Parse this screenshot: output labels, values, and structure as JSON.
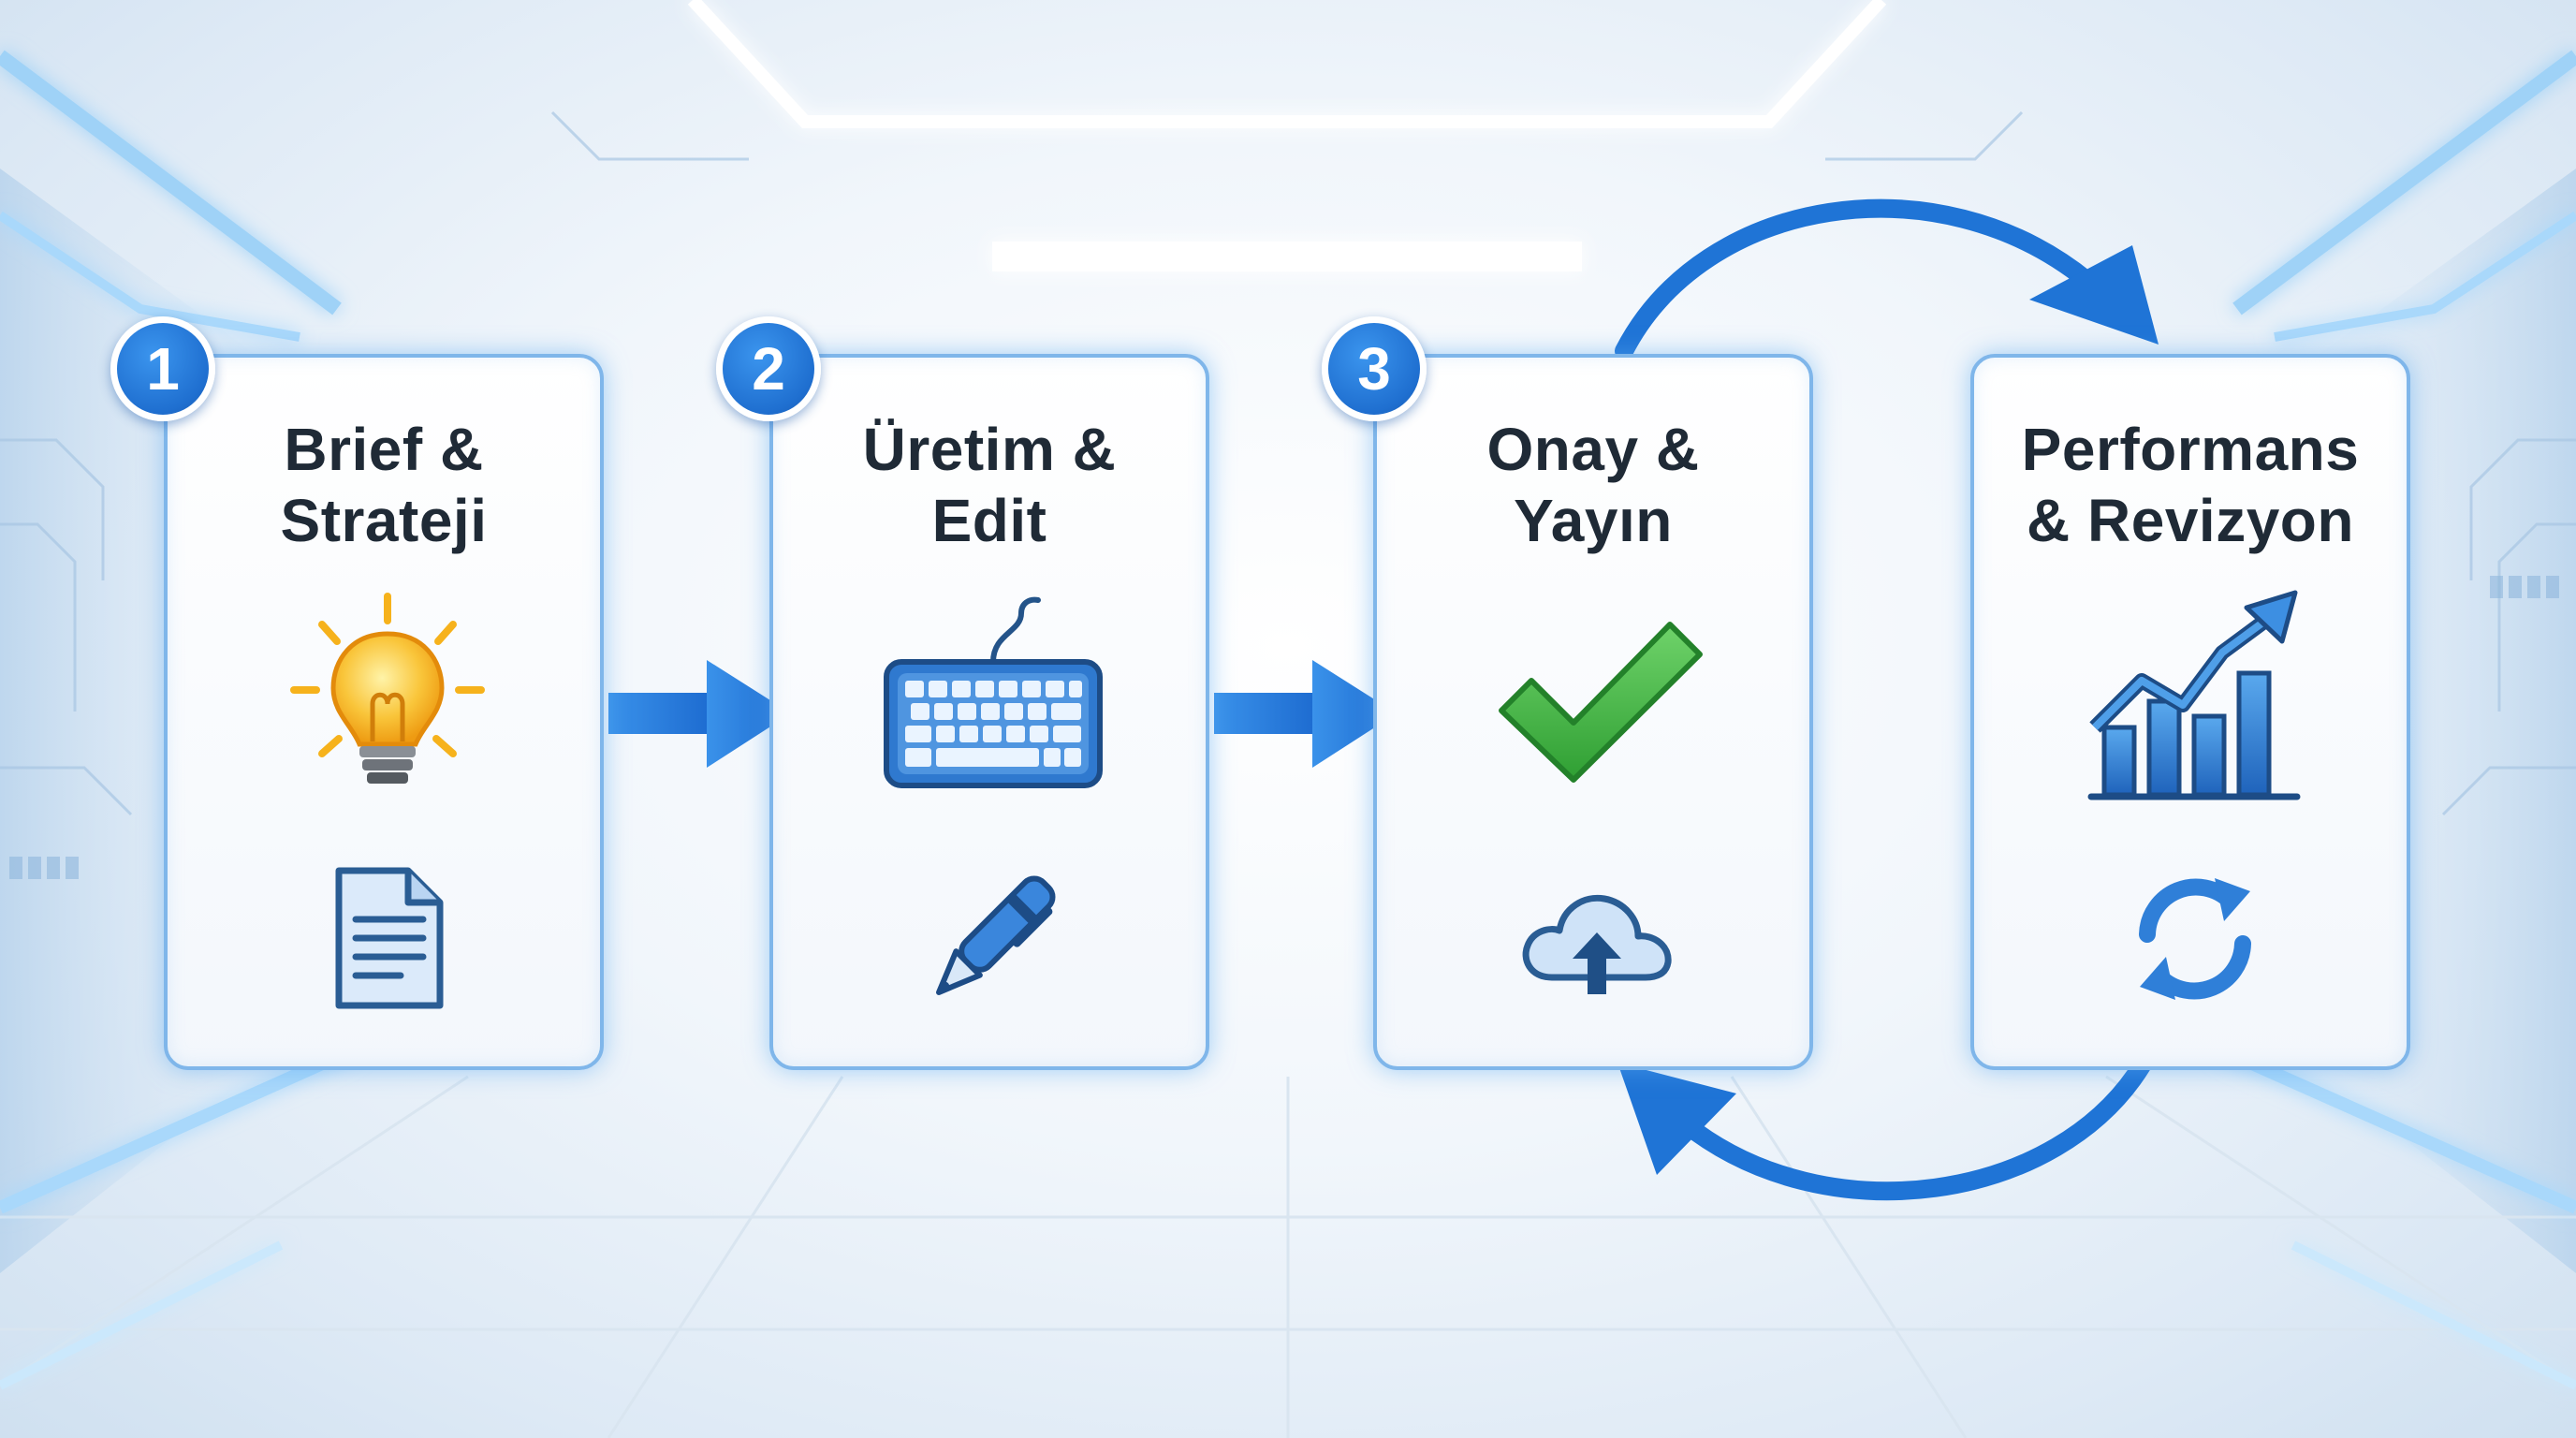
{
  "steps": [
    {
      "number": "1",
      "title_line1": "Brief &",
      "title_line2": "Strateji",
      "main_icon": "lightbulb-icon",
      "sub_icon": "document-icon"
    },
    {
      "number": "2",
      "title_line1": "Üretim &",
      "title_line2": "Edit",
      "main_icon": "keyboard-icon",
      "sub_icon": "pen-icon"
    },
    {
      "number": "3",
      "title_line1": "Onay &",
      "title_line2": "Yayın",
      "main_icon": "checkmark-icon",
      "sub_icon": "cloud-upload-icon"
    },
    {
      "title_line1": "Performans",
      "title_line2": "& Revizyon",
      "main_icon": "growth-chart-icon",
      "sub_icon": "refresh-icon"
    }
  ],
  "colors": {
    "accent_blue": "#1f74d6",
    "badge_blue": "#1f6fd0",
    "card_border": "#7fb6ea",
    "check_green": "#3fb53f",
    "bulb_yellow": "#f7b51a",
    "text_dark": "#1f2a36"
  }
}
